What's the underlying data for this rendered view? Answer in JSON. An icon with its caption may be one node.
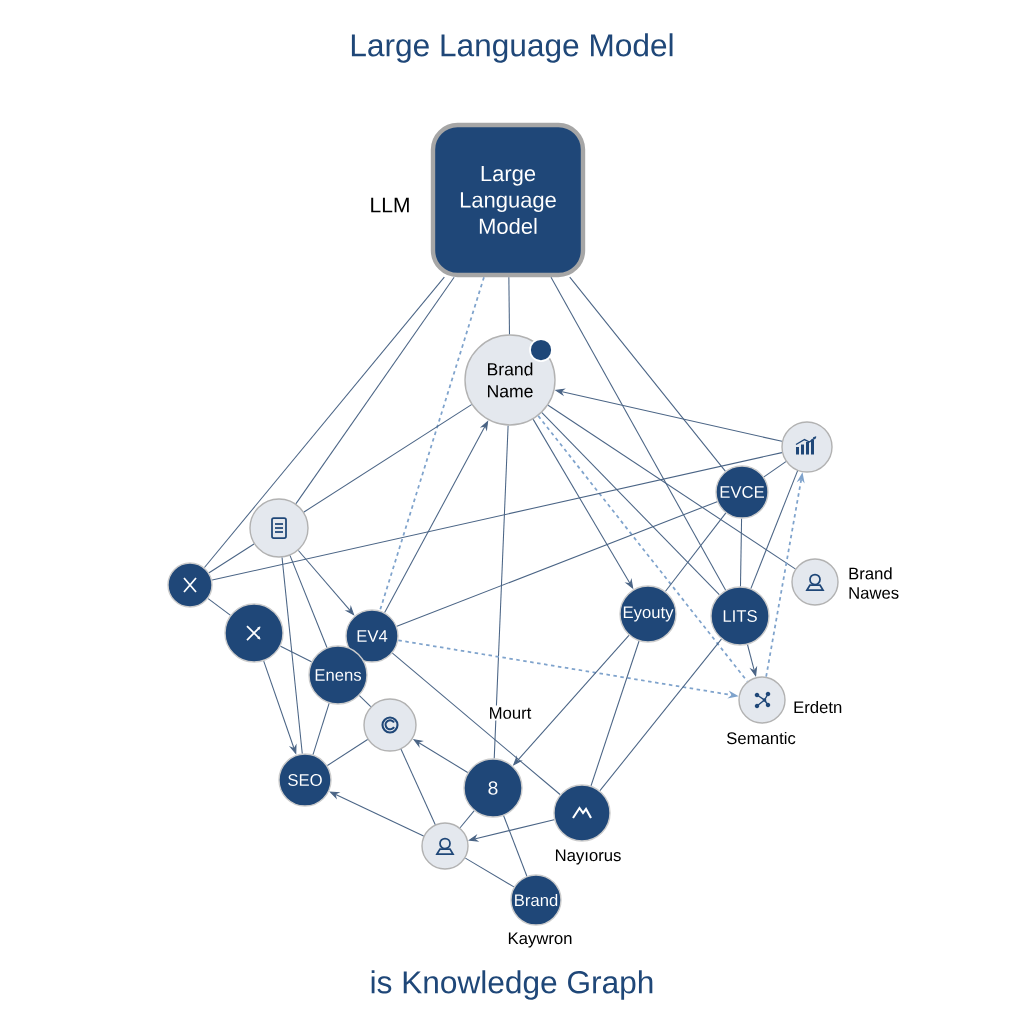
{
  "diagram": {
    "title": "Large Language Model",
    "caption": "is Knowledge Graph",
    "nodes": [
      {
        "text": [
          "Large Language Model"
        ],
        "beside": [
          "LLM"
        ]
      },
      {
        "text": [
          "Brand Name"
        ]
      },
      {
        "text": [],
        "shape": "circle"
      },
      {
        "text": [
          "EVCE"
        ]
      },
      {
        "text": [],
        "shape": "circle"
      },
      {
        "text": [],
        "shape": "circle"
      },
      {
        "text": [],
        "shape": "circle",
        "beside": [
          "Brand Nawes"
        ]
      },
      {
        "text": [],
        "shape": "circle"
      },
      {
        "text": [
          "EV4"
        ]
      },
      {
        "text": [
          "Eyouty"
        ]
      },
      {
        "text": [
          "LITS"
        ]
      },
      {
        "text": [
          "Enens"
        ]
      },
      {
        "text": [],
        "shape": "circle"
      },
      {
        "text": [],
        "shape": "circle",
        "beside": [
          "Erdetn",
          "Semantic"
        ]
      },
      {
        "text": [
          "8"
        ]
      },
      {
        "text": [
          "SEO"
        ]
      },
      {
        "text": [],
        "shape": "circle",
        "beside": [
          "Nayıorus"
        ]
      },
      {
        "text": [],
        "shape": "circle"
      },
      {
        "text": [
          "Brand"
        ],
        "beside": [
          "Kaywron"
        ]
      }
    ],
    "edges": [
      {
        "from": 0,
        "to": 1,
        "arrow": "none"
      },
      {
        "from": 0,
        "to": 4,
        "arrow": "none"
      },
      {
        "from": 0,
        "to": 8,
        "arrow": "none",
        "style": "dashed",
        "color": "#7fa3cc"
      },
      {
        "from": 0,
        "to": 3,
        "arrow": "none"
      },
      {
        "from": 0,
        "to": 10,
        "arrow": "none"
      },
      {
        "from": 0,
        "to": 5,
        "arrow": "none"
      },
      {
        "from": 1,
        "to": 9,
        "arrow": "to"
      },
      {
        "from": 1,
        "to": 14,
        "arrow": "none"
      },
      {
        "from": 1,
        "to": 13,
        "arrow": "none",
        "style": "dashed",
        "color": "#7fa3cc"
      },
      {
        "from": 2,
        "to": 1,
        "arrow": "to"
      },
      {
        "from": 8,
        "to": 1,
        "arrow": "to"
      },
      {
        "from": 4,
        "to": 1,
        "arrow": "none"
      },
      {
        "from": 1,
        "to": 6,
        "arrow": "none"
      },
      {
        "from": 1,
        "to": 10,
        "arrow": "none"
      },
      {
        "from": 2,
        "to": 3,
        "arrow": "none"
      },
      {
        "from": 8,
        "to": 3,
        "arrow": "none"
      },
      {
        "from": 2,
        "to": 10,
        "arrow": "none"
      },
      {
        "from": 13,
        "to": 2,
        "arrow": "to",
        "style": "dashed",
        "color": "#7fa3cc"
      },
      {
        "from": 5,
        "to": 4,
        "arrow": "none"
      },
      {
        "from": 5,
        "to": 7,
        "arrow": "none"
      },
      {
        "from": 5,
        "to": 2,
        "arrow": "none"
      },
      {
        "from": 4,
        "to": 8,
        "arrow": "to"
      },
      {
        "from": 4,
        "to": 11,
        "arrow": "none"
      },
      {
        "from": 4,
        "to": 15,
        "arrow": "none"
      },
      {
        "from": 7,
        "to": 11,
        "arrow": "none"
      },
      {
        "from": 7,
        "to": 15,
        "arrow": "to"
      },
      {
        "from": 11,
        "to": 15,
        "arrow": "none"
      },
      {
        "from": 11,
        "to": 12,
        "arrow": "none"
      },
      {
        "from": 12,
        "to": 15,
        "arrow": "none"
      },
      {
        "from": 14,
        "to": 12,
        "arrow": "to"
      },
      {
        "from": 17,
        "to": 15,
        "arrow": "to"
      },
      {
        "from": 8,
        "to": 13,
        "arrow": "to",
        "style": "dashed",
        "color": "#7fa3cc"
      },
      {
        "from": 9,
        "to": 16,
        "arrow": "none"
      },
      {
        "from": 10,
        "to": 13,
        "arrow": "to"
      },
      {
        "from": 10,
        "to": 16,
        "arrow": "none"
      },
      {
        "from": 3,
        "to": 9,
        "arrow": "none"
      },
      {
        "from": 3,
        "to": 10,
        "arrow": "none"
      },
      {
        "from": 16,
        "to": 17,
        "arrow": "to"
      },
      {
        "from": 14,
        "to": 17,
        "arrow": "none"
      },
      {
        "from": 14,
        "to": 18,
        "arrow": "none"
      },
      {
        "from": 17,
        "to": 18,
        "arrow": "none"
      },
      {
        "from": 8,
        "to": 16,
        "arrow": "none"
      },
      {
        "from": 9,
        "to": 14,
        "arrow": "to"
      },
      {
        "from": 12,
        "to": 17,
        "arrow": "none"
      }
    ],
    "labels": [
      "Mourt"
    ]
  }
}
